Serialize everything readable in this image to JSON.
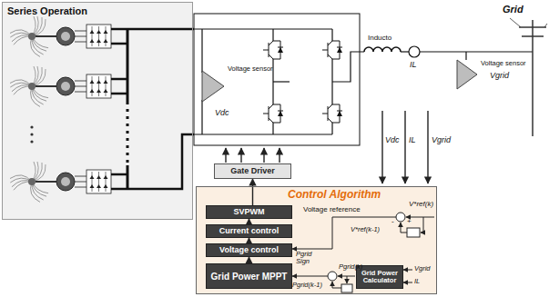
{
  "diagram": {
    "nodes": [
      {
        "text": [
          "Series Operation"
        ]
      },
      {
        "text": [
          "Gate Driver"
        ]
      },
      {
        "text": [
          "Control Algorithm"
        ]
      },
      {
        "text": [
          "SVPWM"
        ],
        "in": 2
      },
      {
        "text": [
          "Current control"
        ],
        "in": 2
      },
      {
        "text": [
          "Voltage control"
        ],
        "in": 2
      },
      {
        "text": [
          "Grid Power MPPT"
        ],
        "in": 2
      },
      {
        "text": [
          "Grid Power Calculator"
        ],
        "in": 2
      }
    ],
    "edges": [
      {
        "from": 6,
        "to": 5,
        "arrow": "to"
      },
      {
        "from": 5,
        "to": 4,
        "arrow": "to"
      },
      {
        "from": 4,
        "to": 3,
        "arrow": "to"
      },
      {
        "from": 3,
        "to": 1,
        "arrow": "to"
      }
    ],
    "labels": [
      "Voltage sensor",
      "Vdc",
      "Inducto",
      "IL",
      "Voltage sensor",
      "Vgrid",
      "Grid",
      "Vdc",
      "IL",
      "Vgrid",
      "Voltage reference",
      "V*ref(k)",
      "V*ref(k-1)",
      "Pgrid Sign",
      "Pgrid(k)",
      "Pgrid(k-1)",
      "Vgrid",
      "IL",
      "+",
      "-"
    ]
  }
}
